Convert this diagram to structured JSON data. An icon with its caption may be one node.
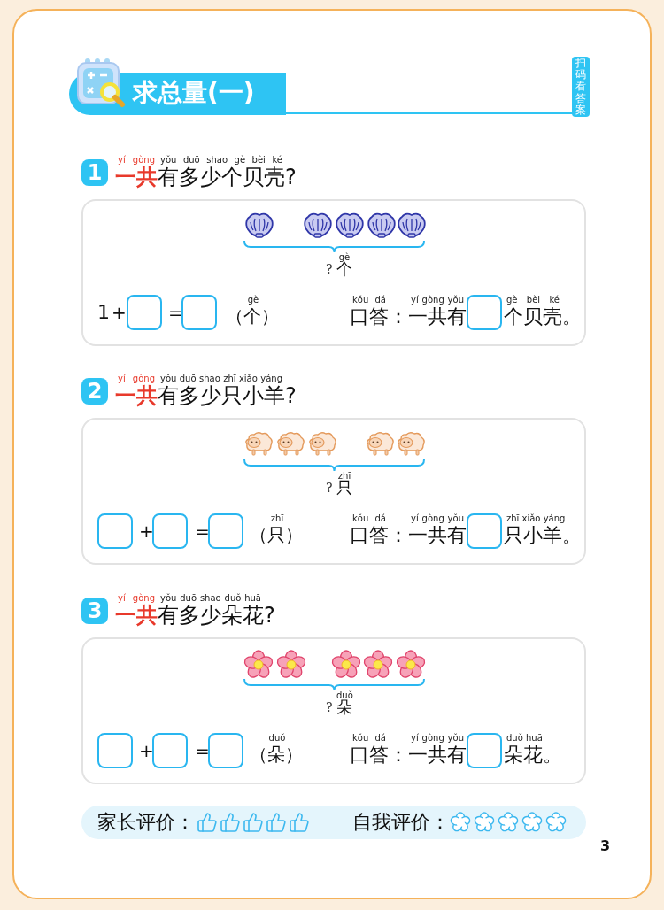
{
  "diagram": {
    "title": "求总量(一)",
    "labels": [
      "扫码看答案",
      "1",
      "yí gòng",
      "yǒu duō shao gè bèi ké",
      "一共",
      "有多少个贝壳?",
      "gè",
      "?",
      "个",
      "1",
      "+",
      "=",
      "gè",
      "（个）",
      "kǒu dá",
      "yí gòng yǒu",
      "gè bèi ké",
      "口答：一共有",
      "个贝壳。",
      "2",
      "yí gòng",
      "yǒu duō shao zhī xiǎo yáng",
      "一共",
      "有多少只小羊?",
      "zhī",
      "?",
      "只",
      "+",
      "=",
      "zhī",
      "（只）",
      "kǒu dá",
      "yí gòng yǒu",
      "zhī xiǎo yáng",
      "口答：一共有",
      "只小羊。",
      "3",
      "yí gòng",
      "yǒu duō shao duǒ huā",
      "一共",
      "有多少朵花?",
      "duǒ",
      "?",
      "朵",
      "+",
      "=",
      "duǒ",
      "（朵）",
      "kǒu dá",
      "yí gòng yǒu",
      "duǒ huā",
      "口答：一共有",
      "朵花。",
      "家长评价：",
      "自我评价：",
      "3"
    ]
  }
}
